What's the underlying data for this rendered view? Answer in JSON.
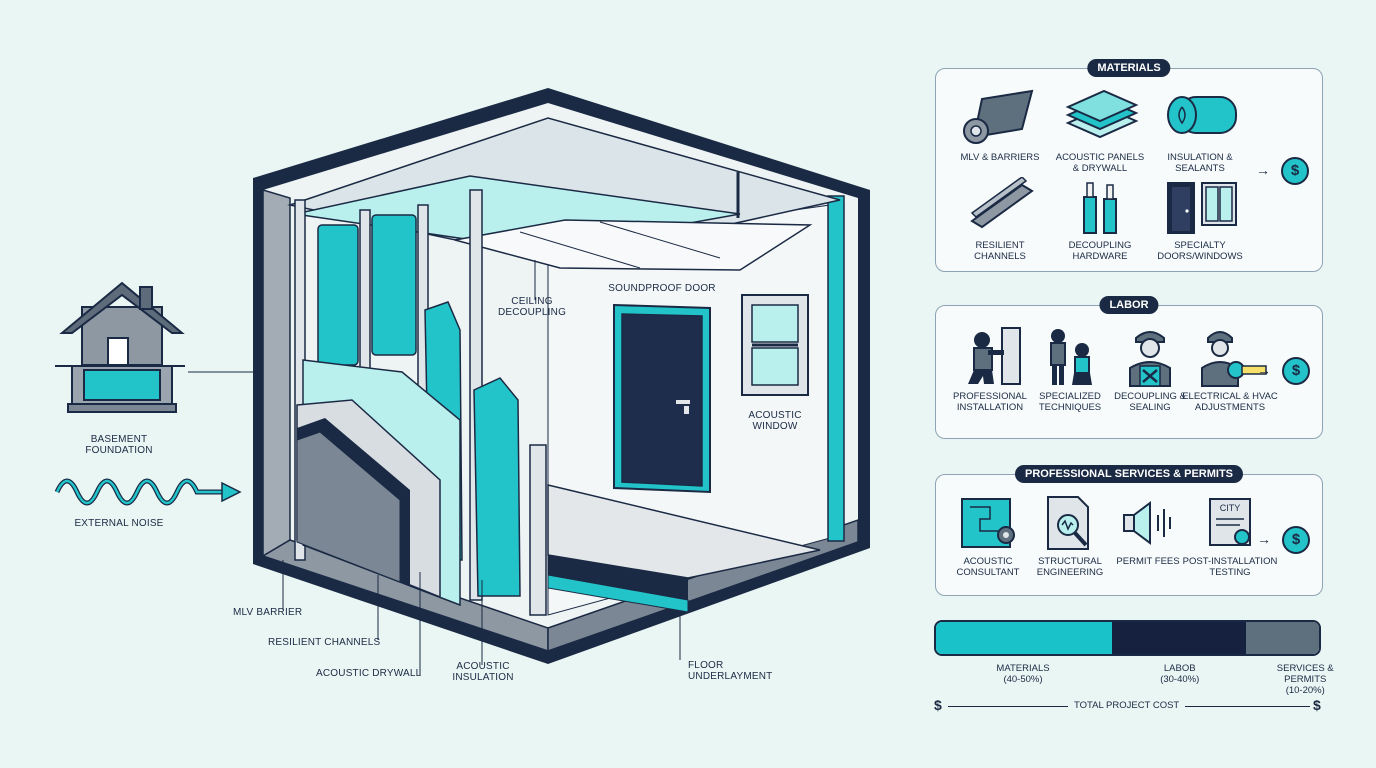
{
  "diagram": {
    "left_labels": {
      "basement": "BASEMENT FOUNDATION",
      "noise": "EXTERNAL NOISE"
    },
    "callouts": {
      "ceiling": "CEILING DECOUPLING",
      "door": "SOUNDPROOF DOOR",
      "window": "ACOUSTIC WINDOW",
      "mlv": "MLV BARRIER",
      "channels": "RESILIENT CHANNELS",
      "drywall": "ACOUSTIC DRYWALL",
      "insulation": "ACOUSTIC INSULATION",
      "floor": "FLOOR UNDERLAYMENT"
    }
  },
  "materials": {
    "title": "MATERIALS",
    "items": [
      {
        "label": "MLV & BARRIERS",
        "icon": "roll-icon"
      },
      {
        "label": "ACOUSTIC PANELS & DRYWALL",
        "icon": "panels-icon"
      },
      {
        "label": "INSULATION & SEALANTS",
        "icon": "insulation-icon"
      },
      {
        "label": "RESILIENT CHANNELS",
        "icon": "channel-icon"
      },
      {
        "label": "DECOUPLING HARDWARE",
        "icon": "tube-icon"
      },
      {
        "label": "SPECIALTY DOORS/WINDOWS",
        "icon": "door-window-icon"
      }
    ]
  },
  "labor": {
    "title": "LABOR",
    "items": [
      {
        "label": "PROFESSIONAL INSTALLATION",
        "icon": "installer-icon"
      },
      {
        "label": "SPECIALIZED TECHNIQUES",
        "icon": "workers-icon"
      },
      {
        "label": "DECOUPLING & SEALING",
        "icon": "worker-tools-icon"
      },
      {
        "label": "ELECTRICAL & HVAC ADJUSTMENTS",
        "icon": "electrician-icon"
      }
    ]
  },
  "services": {
    "title": "PROFESSIONAL SERVICES & PERMITS",
    "items": [
      {
        "label": "ACOUSTIC CONSULTANT",
        "icon": "blueprint-icon"
      },
      {
        "label": "STRUCTURAL ENGINEERING",
        "icon": "document-search-icon"
      },
      {
        "label": "PERMIT FEES",
        "icon": "speaker-icon"
      },
      {
        "label": "POST-INSTALLATION TESTING",
        "icon": "certificate-icon",
        "badge": "CITY"
      }
    ]
  },
  "cost_symbol": "$",
  "breakdown": {
    "segments": [
      {
        "name": "MATERIALS",
        "range": "(40-50%)",
        "share": 0.46,
        "color": "#19c2c8"
      },
      {
        "name": "LABOB",
        "range": "(30-40%)",
        "share": 0.35,
        "color": "#15213f"
      },
      {
        "name": "SERVICES & PERMITS",
        "range": "(10-20%)",
        "share": 0.19,
        "color": "#5e6f7e"
      }
    ],
    "total_label": "TOTAL PROJECT COST",
    "left_symbol": "$",
    "right_symbol": "$"
  },
  "colors": {
    "navy": "#1b2a44",
    "teal": "#22c4c9",
    "grey": "#8d98a3",
    "background": "#eaf6f4"
  }
}
